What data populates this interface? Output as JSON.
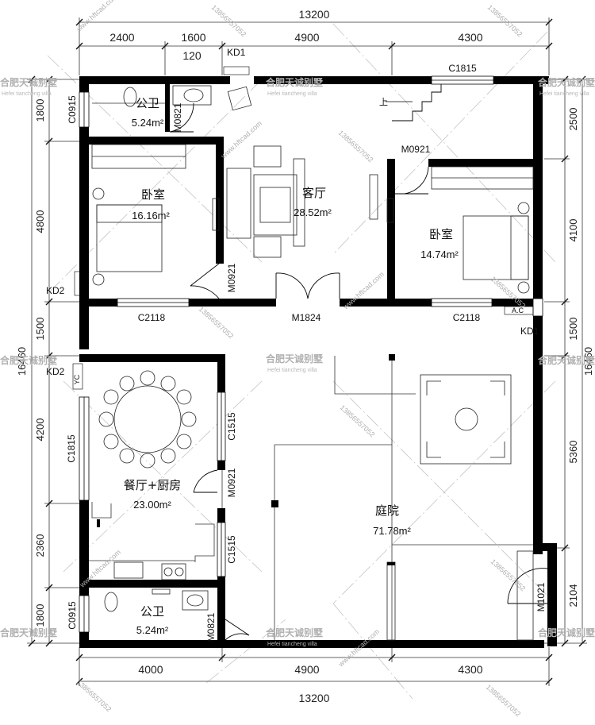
{
  "dimensions": {
    "top_total": "13200",
    "top_segments": [
      "2400",
      "1600",
      "4900",
      "4300"
    ],
    "top_small": "120",
    "bottom_total": "13200",
    "bottom_segments": [
      "4000",
      "4900",
      "4300"
    ],
    "left_segments": [
      "1800",
      "4800",
      "1500",
      "4200",
      "2360",
      "1800"
    ],
    "left_total": "16460",
    "right_segments": [
      "2500",
      "4100",
      "1500",
      "5360",
      "2104"
    ],
    "right_total": "16460"
  },
  "rooms": {
    "wc_top": {
      "name": "公卫",
      "area": "5.24m²"
    },
    "bedroom_left": {
      "name": "卧室",
      "area": "16.16m²"
    },
    "living": {
      "name": "客厅",
      "area": "28.52m²"
    },
    "bedroom_right": {
      "name": "卧室",
      "area": "14.74m²"
    },
    "dining_kitchen": {
      "name": "餐厅+厨房",
      "area": "23.00m²"
    },
    "courtyard": {
      "name": "庭院",
      "area": "71.78m²"
    },
    "wc_bottom": {
      "name": "公卫",
      "area": "5.24m²"
    }
  },
  "openings": {
    "kd1_top": "KD1",
    "c0915_top": "C0915",
    "m0821_top": "M0821",
    "c1815_top": "C1815",
    "m0921_right": "M0921",
    "m0921_left": "M0921",
    "kd2_upper": "KD2",
    "kd2_lower": "KD2",
    "c2118_left": "C2118",
    "m1824": "M1824",
    "c2118_right": "C2118",
    "kd1_right": "KD1",
    "c1815_left": "C1815",
    "c1515_upper": "C1515",
    "m0921_dining": "M0921",
    "c1515_lower": "C1515",
    "c0915_bottom": "C0915",
    "m0821_bottom": "M0821",
    "m1021": "M1021",
    "stair_up": "上",
    "ac": "A.C",
    "yc": "YC"
  },
  "watermarks": {
    "brand_cn": "合肥天诚别墅",
    "brand_en": "Hefei tiancheng villa",
    "site": "www.hftcad.com",
    "phone": "13856557052"
  }
}
